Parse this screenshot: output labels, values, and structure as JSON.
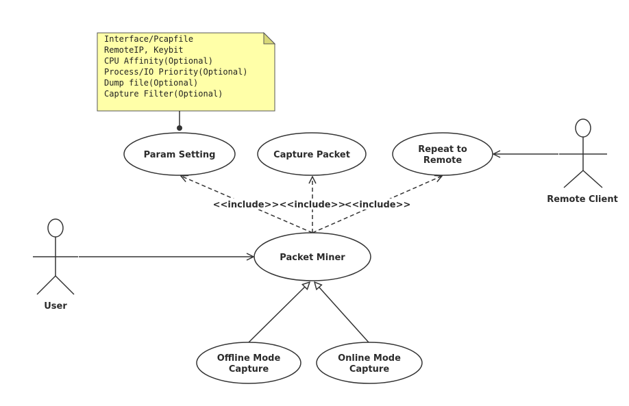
{
  "note": {
    "lines": [
      "Interface/Pcapfile",
      "RemoteIP, Keybit",
      "CPU Affinity(Optional)",
      "Process/IO Priority(Optional)",
      "Dump file(Optional)",
      "Capture Filter(Optional)"
    ]
  },
  "use_cases": {
    "param_setting": {
      "line1": "Param Setting"
    },
    "capture_packet": {
      "line1": "Capture Packet"
    },
    "repeat_remote": {
      "line1": "Repeat to",
      "line2": "Remote"
    },
    "packet_miner": {
      "line1": "Packet Miner"
    },
    "offline_capture": {
      "line1": "Offline Mode",
      "line2": "Capture"
    },
    "online_capture": {
      "line1": "Online Mode",
      "line2": "Capture"
    }
  },
  "actors": {
    "user": "User",
    "remote_client": "Remote Client"
  },
  "include_labels": {
    "left": "<<include>>",
    "middle": "<<include>>",
    "right": "<<include>>"
  },
  "colors": {
    "note_fill": "#ffffa8",
    "note_corner": "#d8d878",
    "line": "#333333",
    "usecase_fill": "#ffffff"
  }
}
